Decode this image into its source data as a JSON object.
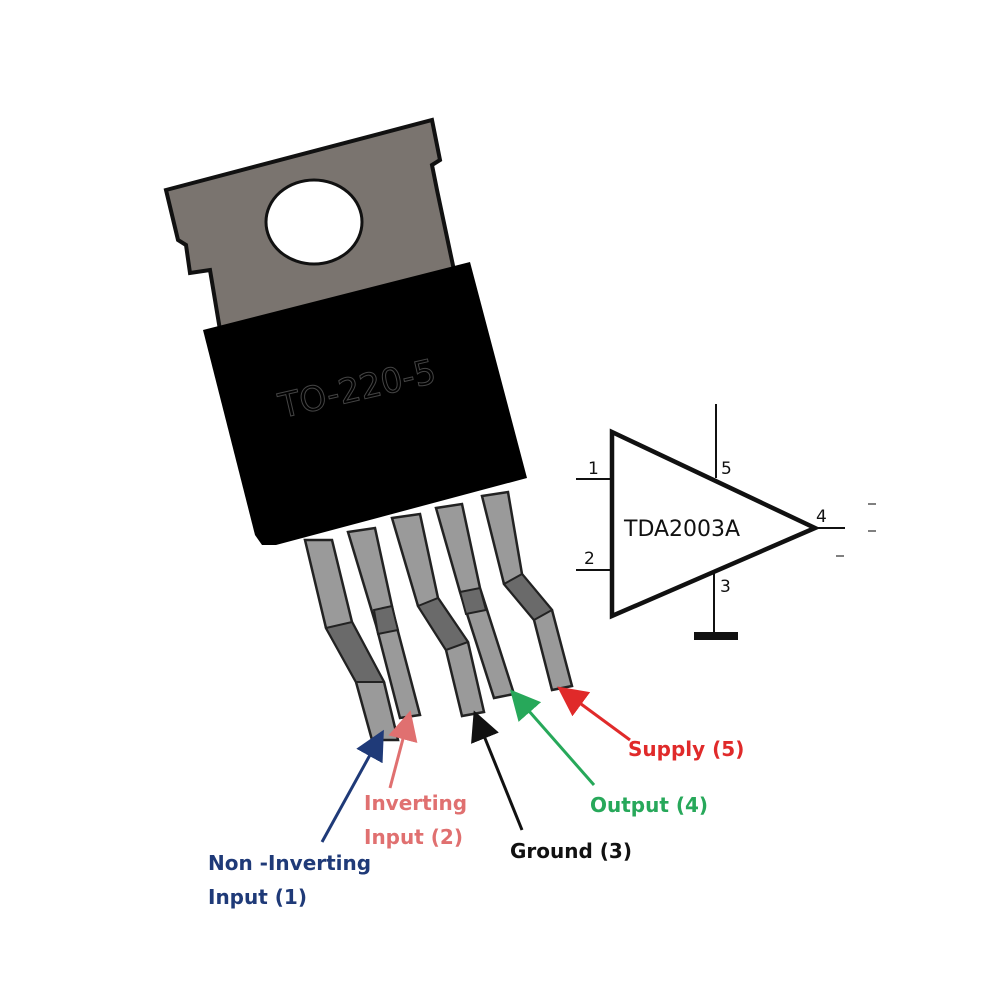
{
  "package": {
    "name": "TO-220-5",
    "tab_color": "#7a746f",
    "body_color": "#000000",
    "lead_color": "#9a9a9a"
  },
  "symbol": {
    "chip_label": "TDA2003A",
    "pins": {
      "p1": "1",
      "p2": "2",
      "p3": "3",
      "p4": "4",
      "p5": "5"
    }
  },
  "pin_labels": [
    {
      "line1": "Non -Inverting",
      "line2": "Input (1)",
      "color": "#1f3a78"
    },
    {
      "line1": "Inverting",
      "line2": "Input (2)",
      "color": "#e07070"
    },
    {
      "line1": "Ground (3)",
      "line2": "",
      "color": "#111111"
    },
    {
      "line1": "Output (4)",
      "line2": "",
      "color": "#27a85a"
    },
    {
      "line1": "Supply (5)",
      "line2": "",
      "color": "#e02a2a"
    }
  ]
}
